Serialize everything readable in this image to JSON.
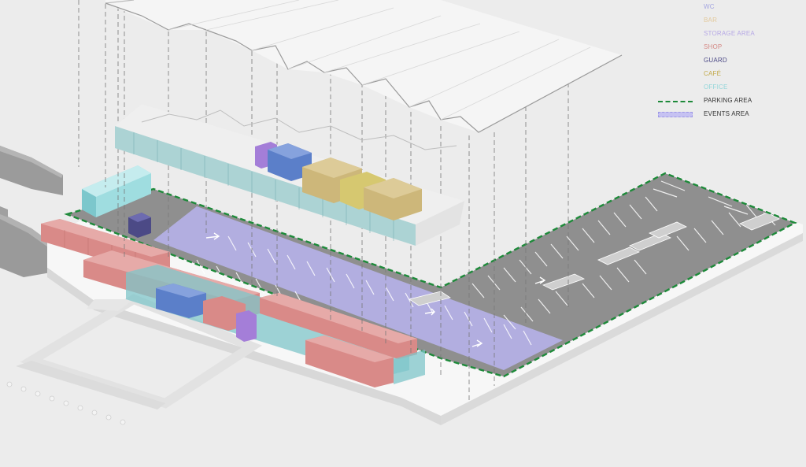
{
  "legend": {
    "items": [
      {
        "key": "wc",
        "label": "WC",
        "color": "#a4a6e0",
        "swatch": "none"
      },
      {
        "key": "bar",
        "label": "BAR",
        "color": "#e3c99c",
        "swatch": "none"
      },
      {
        "key": "storage",
        "label": "STORAGE AREA",
        "color": "#b6a8e6",
        "swatch": "none"
      },
      {
        "key": "shop",
        "label": "SHOP",
        "color": "#d58a86",
        "swatch": "none"
      },
      {
        "key": "guard",
        "label": "GUARD",
        "color": "#4c4a86",
        "swatch": "none"
      },
      {
        "key": "cafe",
        "label": "CAFÉ",
        "color": "#c2a94a",
        "swatch": "none"
      },
      {
        "key": "office",
        "label": "OFFICE",
        "color": "#93d6da",
        "swatch": "none"
      },
      {
        "key": "parking",
        "label": "PARKING AREA",
        "color": "#1e8a3a",
        "swatch": "dashed-line"
      },
      {
        "key": "events",
        "label": "EVENTS AREA",
        "color": "#9d97e6",
        "swatch": "dashed-fill"
      }
    ]
  },
  "colors": {
    "background": "#ececec",
    "platform": "#f6f6f6",
    "parking_surface": "#8f8f8f",
    "events_overlay": "#b9b4ee",
    "shop_container": "#d98a88",
    "storage_container": "#5b7fc9",
    "wc_container": "#a47ed8",
    "bar_container": "#cdb77a",
    "cafe_container": "#d6c870",
    "office_container": "#9fdde0",
    "guard_container": "#4c4a86",
    "glass": "#7fc6c9",
    "roof": "#f5f5f5"
  }
}
